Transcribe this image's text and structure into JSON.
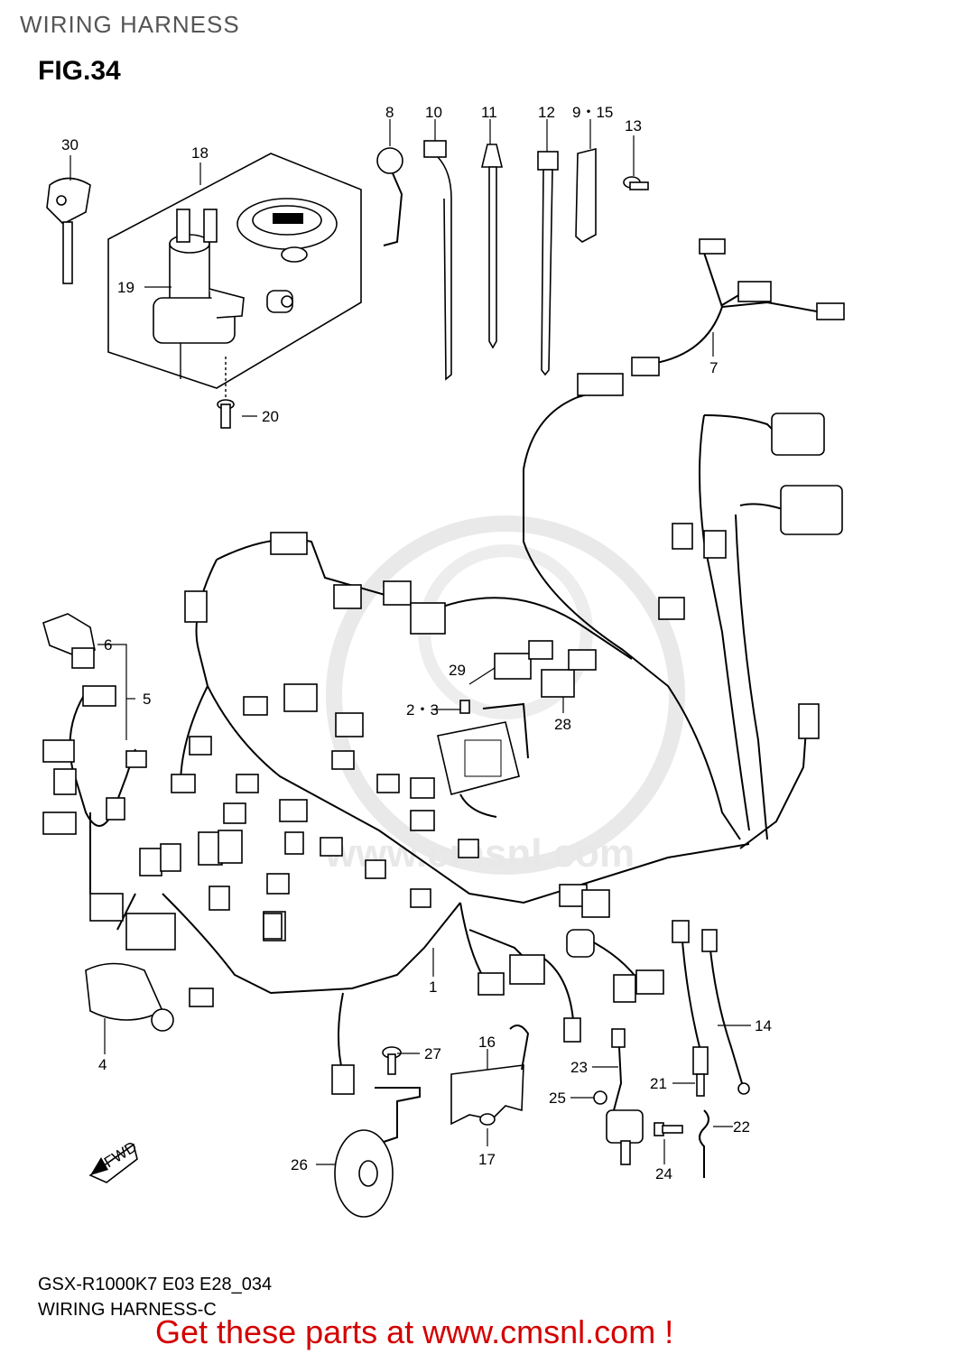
{
  "header": {
    "section_title": "WIRING HARNESS",
    "figure_label": "FIG.34"
  },
  "footer": {
    "model_code": "GSX-R1000K7 E03 E28_034",
    "diagram_name": "WIRING HARNESS-C",
    "promo_text": "Get these parts at www.cmsnl.com !",
    "promo_color": "#d40000"
  },
  "watermark": {
    "text": "www.cmsnl.com"
  },
  "callouts": {
    "p1": "1",
    "p2_3": "2・3",
    "p4": "4",
    "p5": "5",
    "p6": "6",
    "p7": "7",
    "p8": "8",
    "p9_15": "9・15",
    "p10": "10",
    "p11": "11",
    "p12": "12",
    "p13": "13",
    "p14": "14",
    "p16": "16",
    "p17": "17",
    "p18": "18",
    "p19": "19",
    "p20": "20",
    "p21": "21",
    "p22": "22",
    "p23": "23",
    "p24": "24",
    "p25": "25",
    "p26": "26",
    "p27": "27",
    "p28": "28",
    "p29": "29",
    "p30": "30"
  },
  "fwd_badge": {
    "text": "FWD"
  },
  "icons": {
    "direction_arrow": "fwd-arrow-icon"
  }
}
